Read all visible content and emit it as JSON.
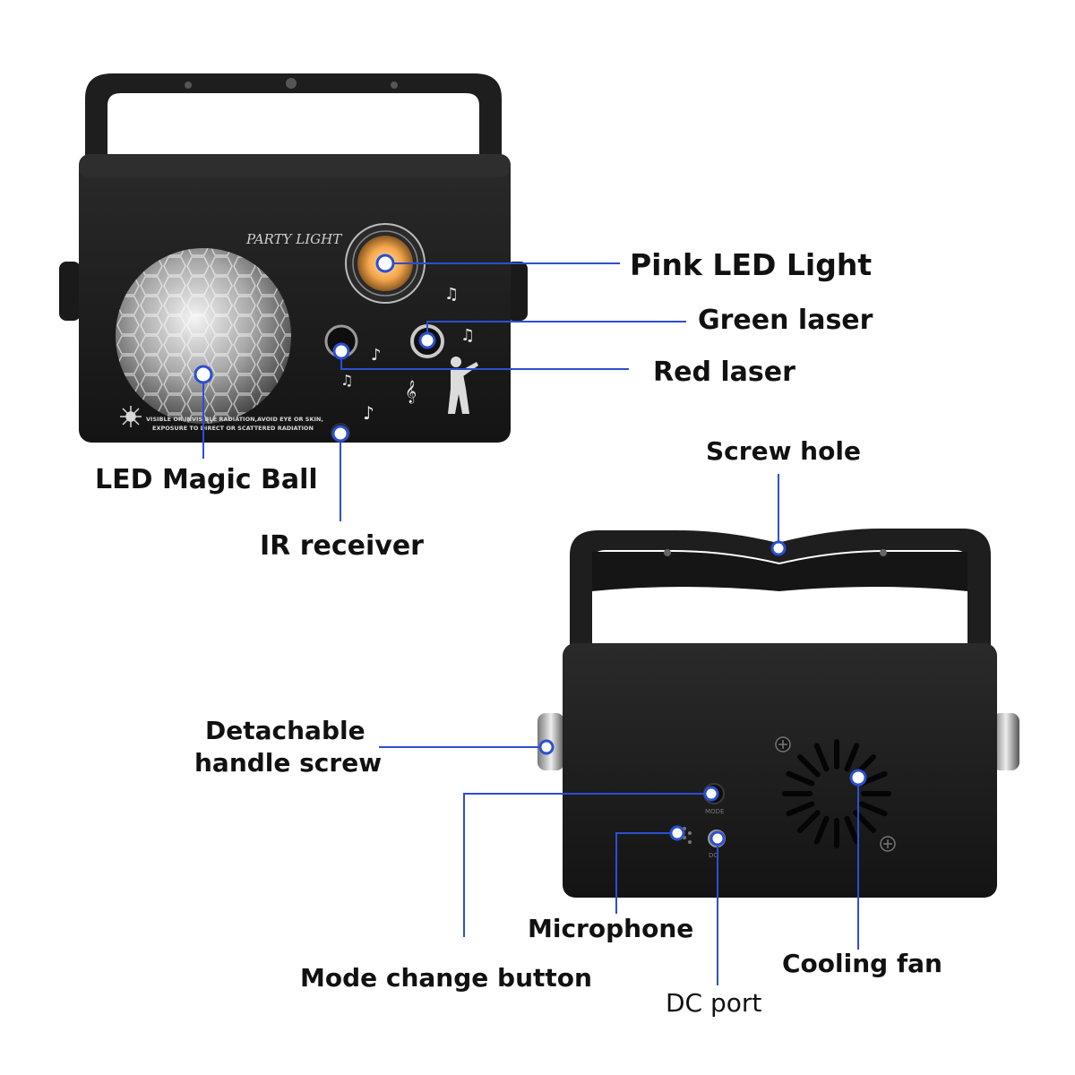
{
  "colors": {
    "leader": "#2d4fd0",
    "body": "#1b1b1b",
    "handle": "#222222",
    "led_glow": "#f4a54a"
  },
  "front": {
    "brand": "PARTY LIGHT",
    "warning_line1": "VISIBLE OR INVISIBLE RADIATION,AVOID EYE OR SKIN,",
    "warning_line2": "EXPOSURE TO DIRECT OR SCATTERED RADIATION"
  },
  "back": {
    "mode_label": "MODE",
    "dc_label": "DC"
  },
  "labels": {
    "pink_led": "Pink LED Light",
    "green_laser": "Green laser",
    "red_laser": "Red laser",
    "magic_ball": "LED Magic Ball",
    "ir_receiver": "IR receiver",
    "screw_hole": "Screw hole",
    "handle_screw_line1": "Detachable",
    "handle_screw_line2": "handle screw",
    "microphone": "Microphone",
    "mode_button": "Mode change button",
    "cooling_fan": "Cooling fan",
    "dc_port": "DC port"
  }
}
